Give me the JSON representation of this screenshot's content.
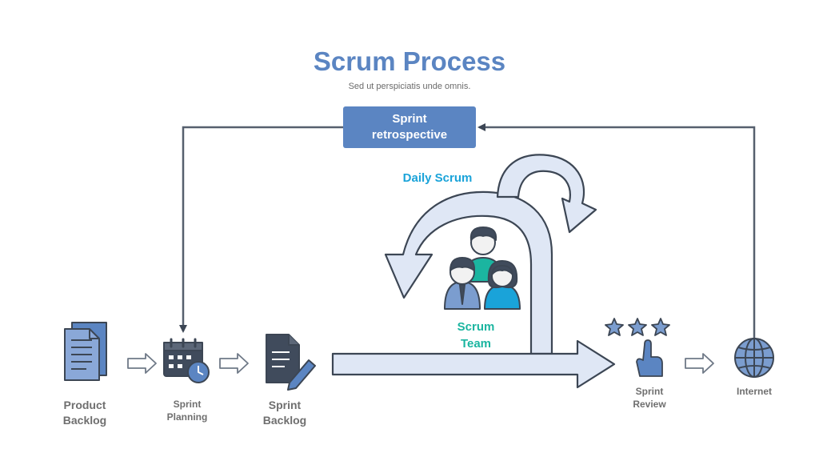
{
  "header": {
    "title": "Scrum Process",
    "subtitle": "Sed ut perspiciatis unde omnis."
  },
  "retrospective": {
    "line1": "Sprint",
    "line2": "retrospective"
  },
  "daily_scrum": "Daily Scrum",
  "scrum_team": {
    "line1": "Scrum",
    "line2": "Team"
  },
  "steps": {
    "product_backlog": {
      "line1": "Product",
      "line2": "Backlog",
      "icon": "document-stack-icon"
    },
    "sprint_planning": {
      "line1": "Sprint",
      "line2": "Planning",
      "icon": "calendar-clock-icon"
    },
    "sprint_backlog": {
      "line1": "Sprint",
      "line2": "Backlog",
      "icon": "document-edit-icon"
    },
    "sprint_review": {
      "line1": "Sprint",
      "line2": "Review",
      "icon": "stars-hand-icon"
    },
    "internet": {
      "line1": "Internet",
      "icon": "globe-icon"
    }
  },
  "colors": {
    "title": "#5b85c2",
    "retro_box": "#5b85c2",
    "daily_scrum": "#1aa3d9",
    "scrum_team": "#1bb5a0",
    "arrow_fill": "#dfe7f5",
    "outline": "#3c4654",
    "icon_blue": "#7b9dcf",
    "icon_dark": "#404b5c"
  }
}
